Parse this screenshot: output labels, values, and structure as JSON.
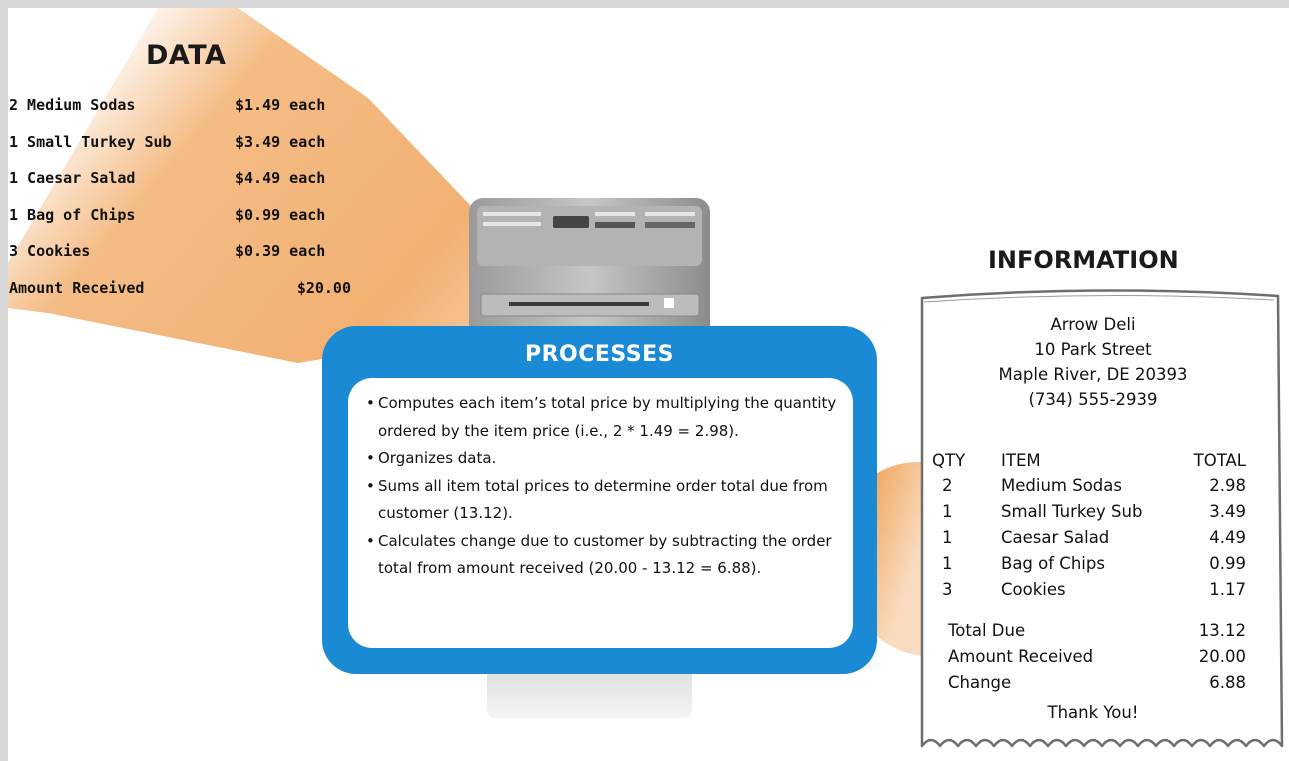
{
  "data_section": {
    "title": "DATA",
    "items": [
      {
        "label": "2 Medium Sodas",
        "price": "$1.49 each"
      },
      {
        "label": "1 Small Turkey Sub",
        "price": "$3.49 each"
      },
      {
        "label": "1 Caesar Salad",
        "price": "$4.49 each"
      },
      {
        "label": "1 Bag of Chips",
        "price": "$0.99 each"
      },
      {
        "label": "3 Cookies",
        "price": "$0.39 each"
      }
    ],
    "amount_received": {
      "label": "Amount Received",
      "value": "$20.00"
    }
  },
  "processes": {
    "title": "PROCESSES",
    "bullet": "•",
    "items": [
      "Computes each item’s total price by multiplying the quantity ordered by the item price (i.e., 2 * 1.49 = 2.98).",
      "Organizes data.",
      "Sums all item total prices to determine order total due from customer (13.12).",
      "Calculates change due to customer by subtracting the order total from amount received (20.00 - 13.12 = 6.88)."
    ]
  },
  "information": {
    "title": "INFORMATION",
    "store": {
      "name": "Arrow Deli",
      "street": "10 Park Street",
      "city": "Maple River, DE 20393",
      "phone": "(734) 555-2939"
    },
    "columns": {
      "qty": "QTY",
      "item": "ITEM",
      "total": "TOTAL"
    },
    "rows": [
      {
        "qty": "2",
        "item": "Medium Sodas",
        "total": "2.98"
      },
      {
        "qty": "1",
        "item": "Small Turkey Sub",
        "total": "3.49"
      },
      {
        "qty": "1",
        "item": "Caesar Salad",
        "total": "4.49"
      },
      {
        "qty": "1",
        "item": "Bag of Chips",
        "total": "0.99"
      },
      {
        "qty": "3",
        "item": "Cookies",
        "total": "1.17"
      }
    ],
    "summary": [
      {
        "label": "Total Due",
        "value": "13.12"
      },
      {
        "label": "Amount Received",
        "value": "20.00"
      },
      {
        "label": "Change",
        "value": "6.88"
      }
    ],
    "thank_you": "Thank You!"
  },
  "colors": {
    "beam": "#f0a862",
    "panel": "#1a8ad4",
    "page_border": "#d8d8d8"
  }
}
